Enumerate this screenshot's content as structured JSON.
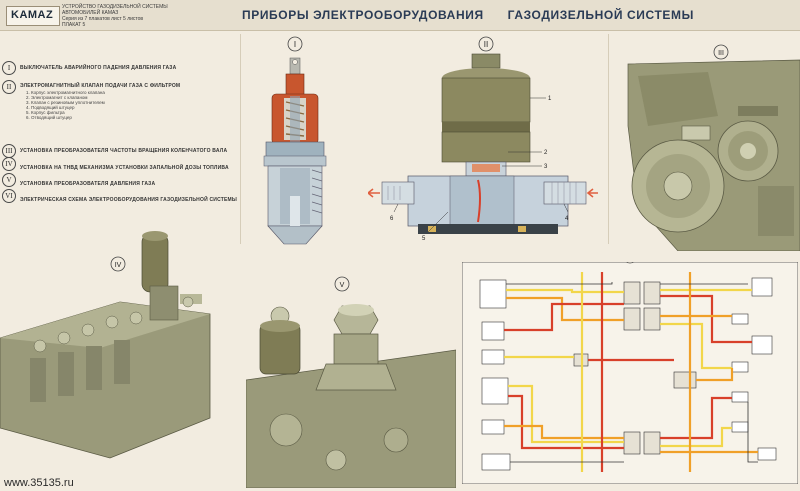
{
  "header": {
    "logo_text": "KAMAZ",
    "small_lines": [
      "УСТРОЙСТВО ГАЗОДИЗЕЛЬНОЙ СИСТЕМЫ",
      "АВТОМОБИЛЕЙ КАМАЗ",
      "Серия из 7 плакатов лист 5 листов",
      "ПЛАКАТ 5"
    ],
    "title_part1": "ПРИБОРЫ ЭЛЕКТРООБОРУДОВАНИЯ",
    "title_part2": "ГАЗОДИЗЕЛЬНОЙ СИСТЕМЫ"
  },
  "legend": {
    "items": [
      {
        "numeral": "I",
        "text": "ВЫКЛЮЧАТЕЛЬ АВАРИЙНОГО ПАДЕНИЯ ДАВЛЕНИЯ ГАЗА"
      },
      {
        "numeral": "II",
        "text": "ЭЛЕКТРОМАГНИТНЫЙ КЛАПАН ПОДАЧИ ГАЗА С ФИЛЬТРОМ"
      },
      {
        "numeral": "III",
        "text": "УСТАНОВКА ПРЕОБРАЗОВАТЕЛЯ ЧАСТОТЫ ВРАЩЕНИЯ КОЛЕНЧАТОГО ВАЛА"
      },
      {
        "numeral": "IV",
        "text": "УСТАНОВКА НА ТНВД МЕХАНИЗМА УСТАНОВКИ ЗАПАЛЬНОЙ ДОЗЫ ТОПЛИВА"
      },
      {
        "numeral": "V",
        "text": "УСТАНОВКА ПРЕОБРАЗОВАТЕЛЯ ДАВЛЕНИЯ ГАЗА"
      },
      {
        "numeral": "VI",
        "text": "ЭЛЕКТРИЧЕСКАЯ СХЕМА ЭЛЕКТРООБОРУДОВАНИЯ ГАЗОДИЗЕЛЬНОЙ СИСТЕМЫ"
      }
    ],
    "valve_parts": [
      "1. Корпус электромагнитного клапана",
      "2. Электромагнит с клапаном",
      "3. Клапан с резиновым уплотнителем",
      "4. Подводящий штуцер",
      "5. Корпус фильтра",
      "6. Отводящий штуцер"
    ]
  },
  "figures": {
    "fig1_label": "I",
    "fig2_label": "II",
    "fig3_label": "III",
    "fig4_label": "IV",
    "fig5_label": "V",
    "fig6_label": "VI",
    "valve_callouts": [
      "1",
      "2",
      "3",
      "4",
      "5",
      "6"
    ]
  },
  "watermark": "www.35135.ru",
  "colors": {
    "title": "#2a3b55",
    "copper": "#c8562e",
    "olive": "#7f7c55",
    "engine": "#9a9a78",
    "wire_red": "#d8402a",
    "wire_yellow": "#f2d64a",
    "wire_orange": "#f0a028",
    "wire_black": "#333333",
    "flow_arrow": "#e06040"
  }
}
